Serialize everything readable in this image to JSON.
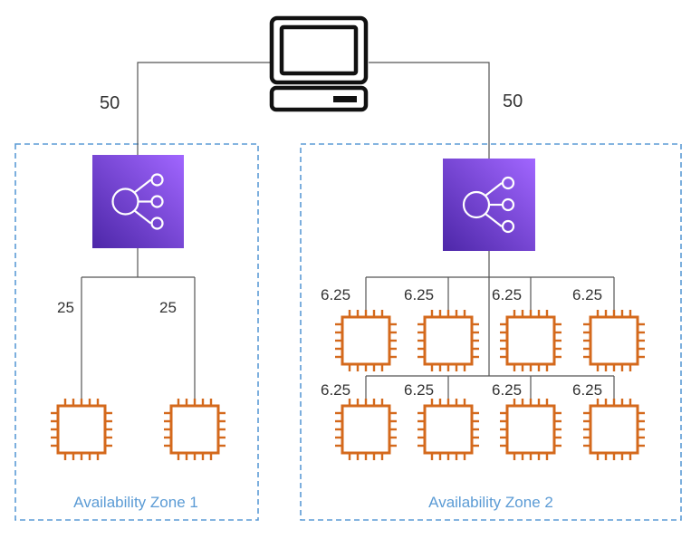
{
  "client": {
    "icon": "computer-icon"
  },
  "links": {
    "to_zone1": "50",
    "to_zone2": "50"
  },
  "zone1": {
    "label": "Availability Zone 1",
    "load_balancer_icon": "load-balancer-icon",
    "instance_icon": "ec2-instance-chip-icon",
    "weights": [
      "25",
      "25"
    ]
  },
  "zone2": {
    "label": "Availability Zone 2",
    "load_balancer_icon": "load-balancer-icon",
    "instance_icon": "ec2-instance-chip-icon",
    "weights_row1": [
      "6.25",
      "6.25",
      "6.25",
      "6.25"
    ],
    "weights_row2": [
      "6.25",
      "6.25",
      "6.25",
      "6.25"
    ]
  },
  "colors": {
    "zone_border": "#5b9bd5",
    "load_balancer_top": "#a166ff",
    "load_balancer_bottom": "#4d27a8",
    "instance": "#d4691c",
    "wire": "#555555"
  }
}
